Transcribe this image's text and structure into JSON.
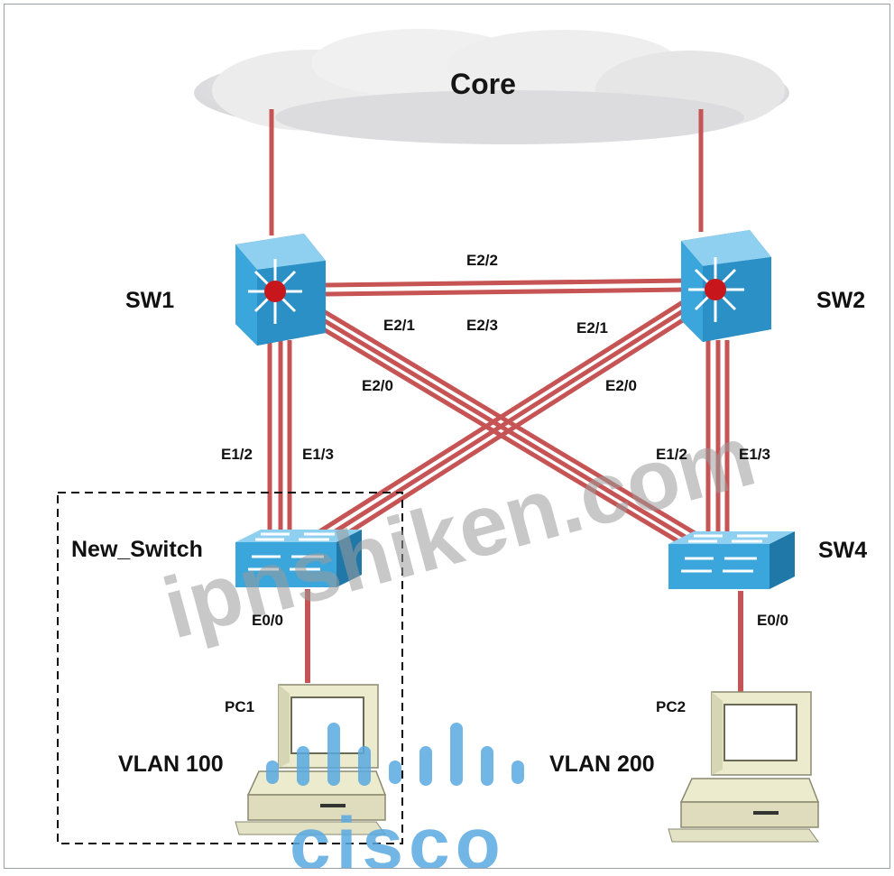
{
  "core": {
    "label": "Core"
  },
  "devices": {
    "sw1": "SW1",
    "sw2": "SW2",
    "new_switch": "New_Switch",
    "sw4": "SW4",
    "pc1": "PC1",
    "pc2": "PC2"
  },
  "vlans": {
    "pc1": "VLAN 100",
    "pc2": "VLAN 200"
  },
  "ports": {
    "sw1_sw2_top": "E2/2",
    "sw1_e2_1": "E2/1",
    "sw1_sw2_mid": "E2/3",
    "sw2_e2_1": "E2/1",
    "sw1_e2_0": "E2/0",
    "sw2_e2_0": "E2/0",
    "new_e1_2": "E1/2",
    "new_e1_3": "E1/3",
    "sw4_e1_2": "E1/2",
    "sw4_e1_3": "E1/3",
    "new_e0_0": "E0/0",
    "sw4_e0_0": "E0/0"
  },
  "watermark": {
    "text": "ipnshiken.com",
    "logo": "cisco"
  },
  "colors": {
    "link": "#c65454",
    "switch_face": "#3aa6dc",
    "switch_side": "#1f78a8",
    "router_dot": "#c8161d",
    "cloud": "#e9e9ea",
    "pc_body": "#ecebcd",
    "logo_blue": "#58a9e0"
  }
}
